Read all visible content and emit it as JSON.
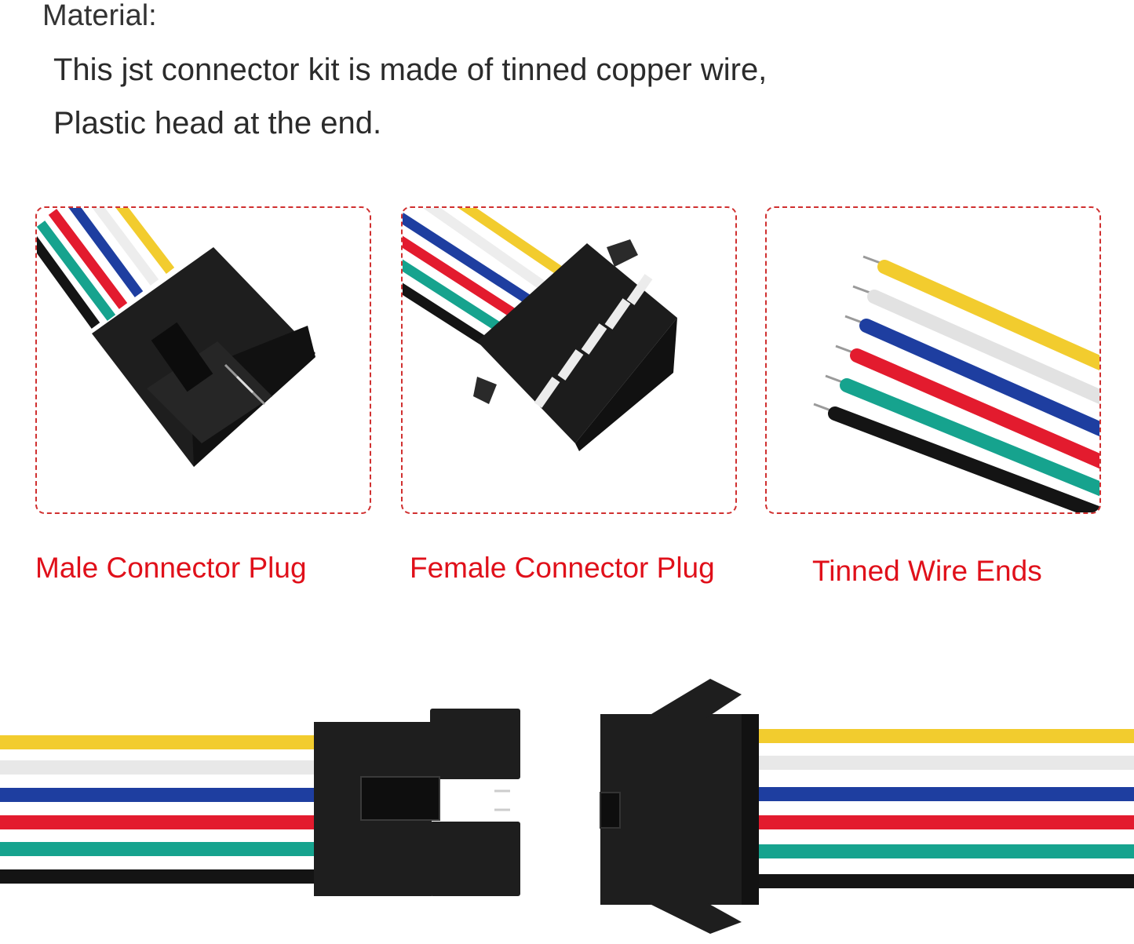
{
  "material": {
    "heading": "Material:",
    "line1": "This jst connector kit is made of tinned copper wire,",
    "line2": "Plastic head at the end."
  },
  "panels": [
    {
      "caption": "Male Connector Plug"
    },
    {
      "caption": "Female Connector Plug"
    },
    {
      "caption": "Tinned Wire Ends"
    }
  ],
  "colors": {
    "caption_red": "#e0101a",
    "panel_border": "#d03030",
    "wire_yellow": "#f2cc2e",
    "wire_white": "#ededed",
    "wire_blue": "#1e3ea0",
    "wire_red": "#e31b2e",
    "wire_teal": "#16a38e",
    "wire_black": "#141414",
    "connector": "#1e1e1e"
  },
  "icons": [
    "male-connector-image",
    "female-connector-image",
    "tinned-wire-ends-image",
    "mated-connectors-image"
  ]
}
